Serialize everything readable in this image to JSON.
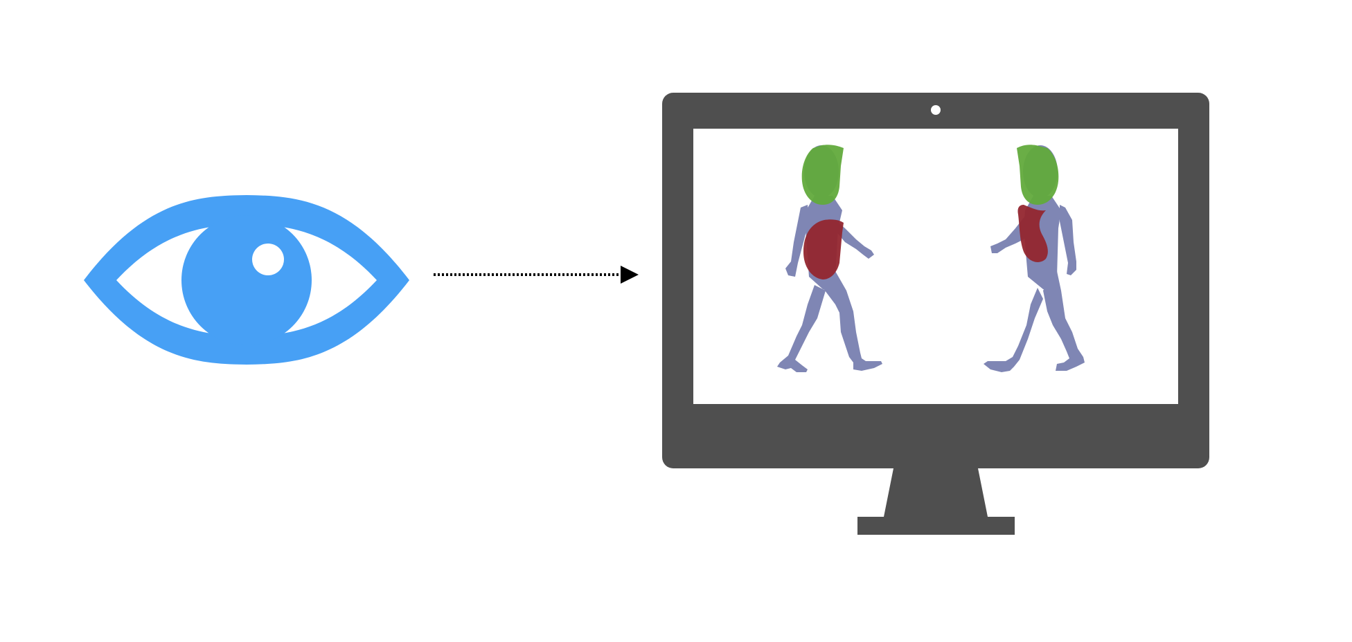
{
  "colors": {
    "background": "#ffffff",
    "eye": "#47a0f5",
    "monitor": "#4f4f4f",
    "screen": "#ffffff",
    "arrow": "#000000",
    "body": "#7f86b4",
    "head_highlight": "#62aa3c",
    "torso_highlight": "#94262f"
  },
  "icons": {
    "viewer": "eye-icon",
    "connection": "dotted-arrow-icon",
    "display": "monitor-icon"
  },
  "figures": [
    {
      "name": "walking-person-left",
      "facing": "right",
      "highlights": [
        "head",
        "torso"
      ]
    },
    {
      "name": "walking-person-right",
      "facing": "left",
      "highlights": [
        "head",
        "torso"
      ]
    }
  ]
}
